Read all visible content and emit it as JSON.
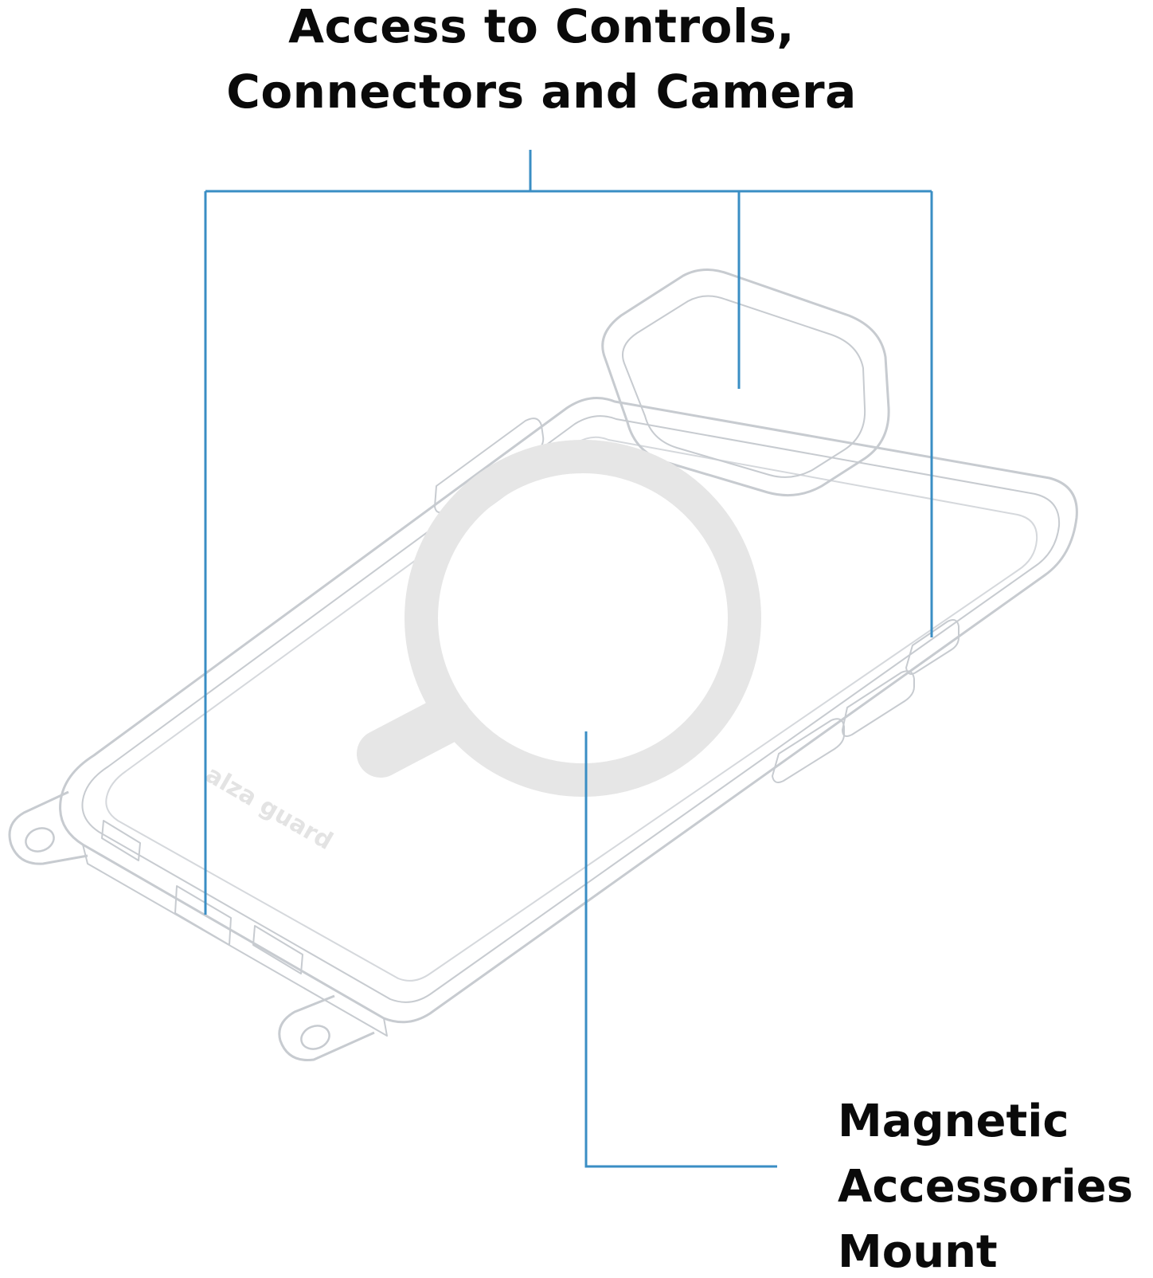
{
  "callouts": {
    "top": {
      "line1": "Access to Controls,",
      "line2": "Connectors and Camera"
    },
    "bottom": {
      "line1": "Magnetic",
      "line2": "Accessories",
      "line3": "Mount"
    }
  },
  "case": {
    "brand_logo": "alza guard"
  },
  "colors": {
    "leader_line": "#3a8ec4",
    "case_outline": "#c7cbd0",
    "magsafe_ring": "#e6e6e6",
    "text": "#0a0a0a"
  }
}
